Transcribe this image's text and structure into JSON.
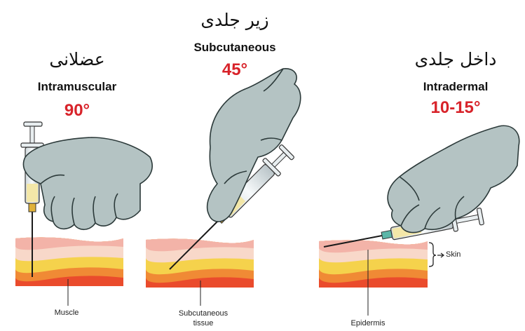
{
  "colors": {
    "angle_red": "#d8232a",
    "glove": "#b4c3c3",
    "glove_stroke": "#2c3a3a",
    "skin_pink": "#f3b3a8",
    "skin_light": "#f8d8c9",
    "fat_yellow": "#f5d24c",
    "muscle_orange": "#f08a35",
    "muscle_red": "#ea4b2c"
  },
  "panels": {
    "intramuscular": {
      "persian": "عضلانی",
      "english": "Intramuscular",
      "angle": "90°",
      "caption": "Muscle"
    },
    "subcutaneous": {
      "persian": "زیر جلدی",
      "english": "Subcutaneous",
      "angle": "45°",
      "caption_line1": "Subcutaneous",
      "caption_line2": "tissue"
    },
    "intradermal": {
      "persian": "داخل جلدی",
      "english": "Intradermal",
      "angle": "10-15°",
      "caption": "Epidermis",
      "side_label": "Skin"
    }
  }
}
